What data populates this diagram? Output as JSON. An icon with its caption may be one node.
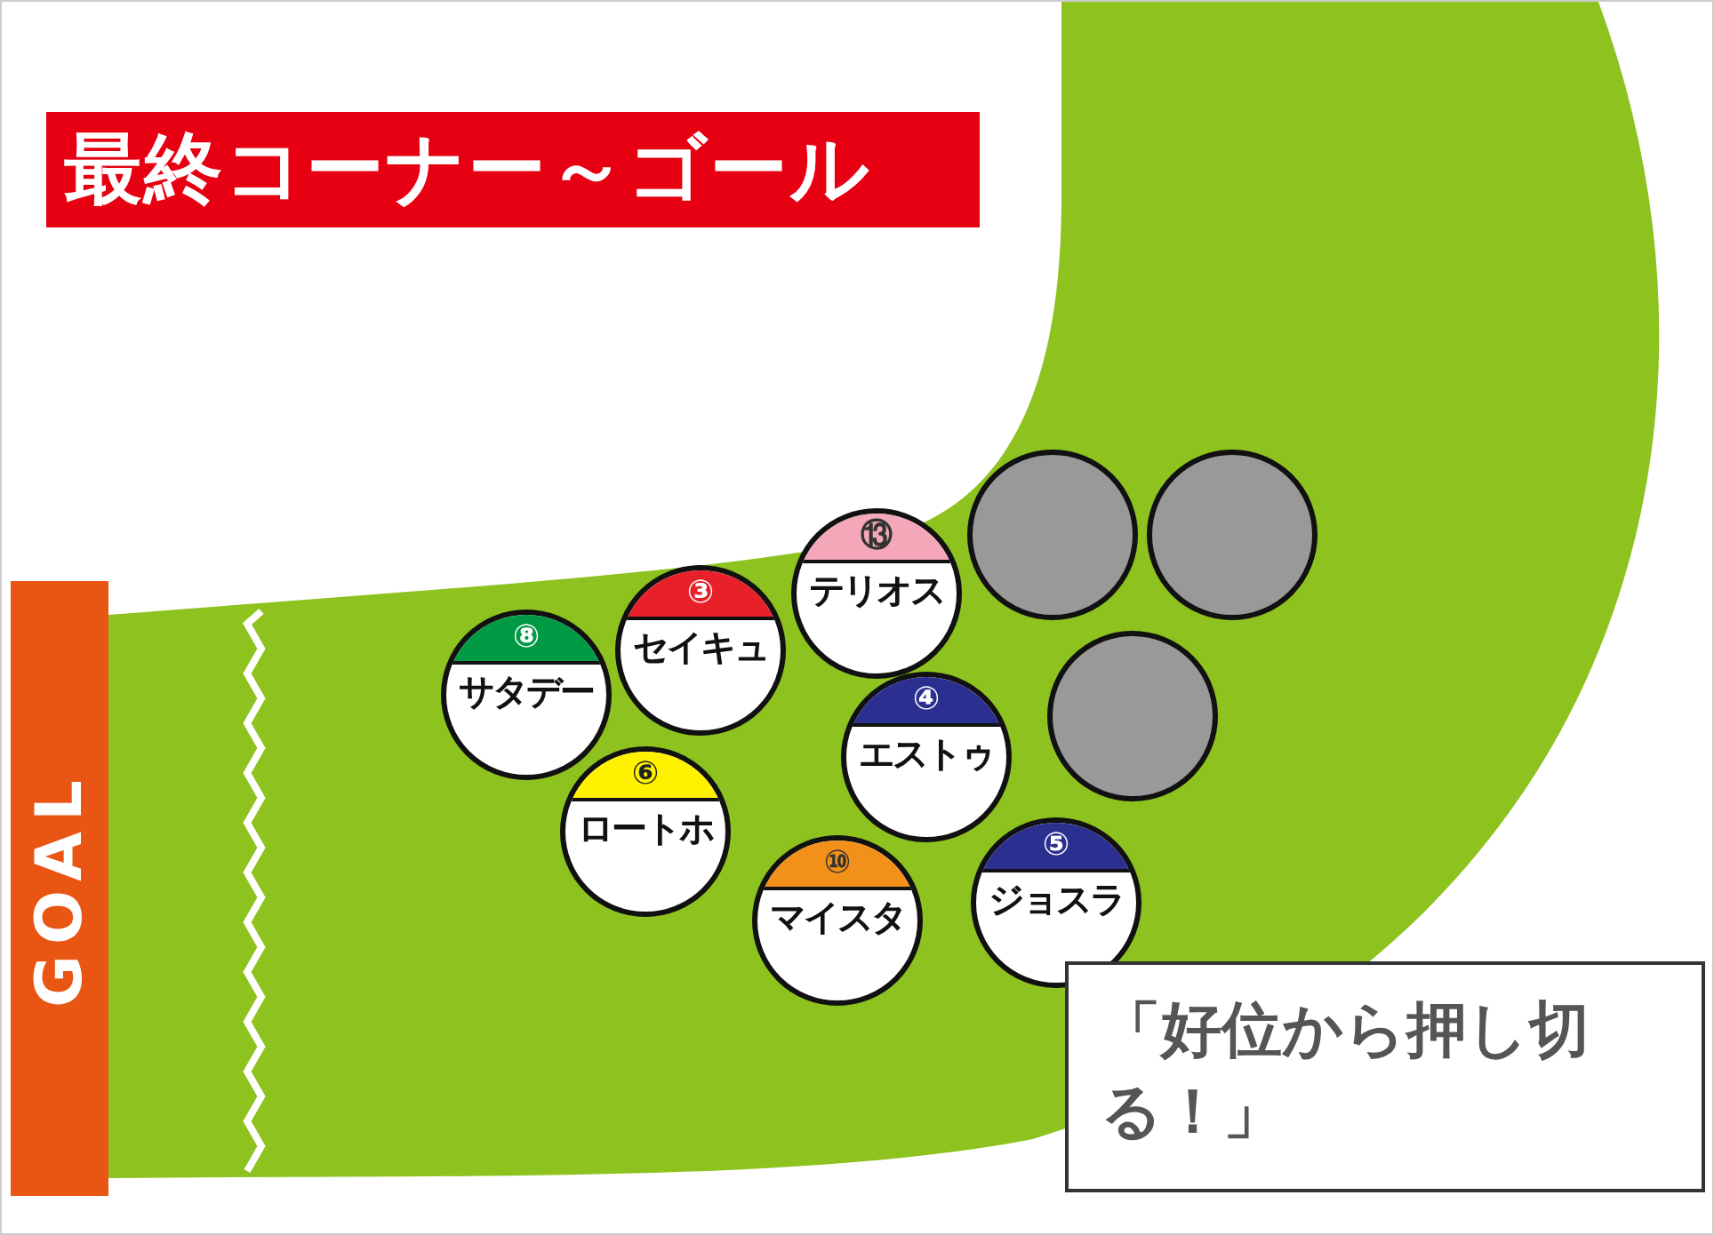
{
  "diagram": {
    "title": "最終コーナー～ゴール",
    "nodes": [
      {
        "text": [
          "GOAL"
        ]
      },
      {
        "text": [
          "⑬",
          "テリオス"
        ]
      },
      {
        "text": [
          "③",
          "セイキュ"
        ]
      },
      {
        "text": [
          "⑧",
          "サタデー"
        ]
      },
      {
        "text": [
          "④",
          "エストゥ"
        ]
      },
      {
        "text": [
          "⑥",
          "ロートホ"
        ]
      },
      {
        "text": [
          "⑤",
          "ジョスラ"
        ]
      },
      {
        "text": [
          "⑩",
          "マイスタ"
        ]
      },
      {
        "text": [],
        "shape": "circle"
      },
      {
        "text": [],
        "shape": "circle"
      },
      {
        "text": [],
        "shape": "circle"
      },
      {
        "text": [
          "「好位から押し切る！」"
        ]
      }
    ]
  }
}
